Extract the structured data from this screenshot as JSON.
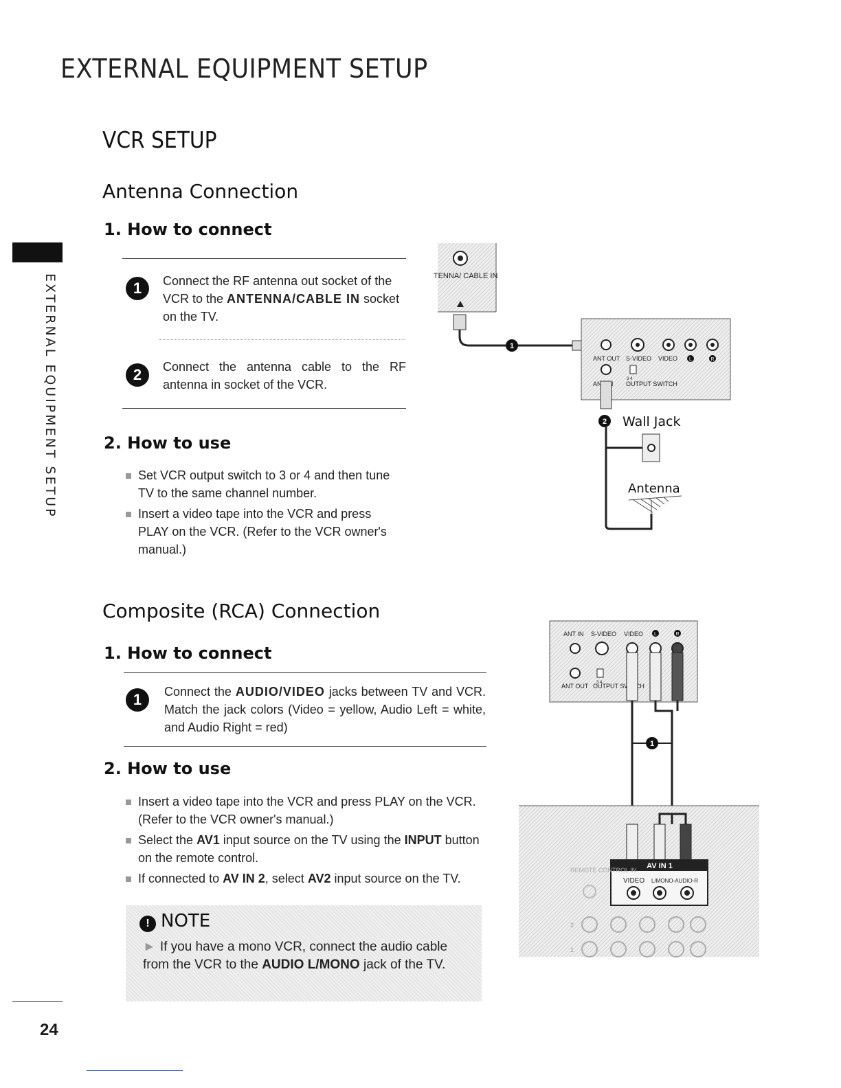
{
  "header": "EXTERNAL EQUIPMENT SETUP",
  "side_tab": "EXTERNAL EQUIPMENT SETUP",
  "vcr_setup": {
    "title": "VCR SETUP",
    "antenna": {
      "title": "Antenna Connection",
      "connect_title": "1. How to connect",
      "steps": [
        {
          "badge": "1",
          "prefix": "Connect the RF antenna out socket of the VCR to the ",
          "em": "ANTENNA/CABLE IN",
          "suffix": " socket on the TV."
        },
        {
          "badge": "2",
          "text": "Connect the antenna cable to the RF antenna in socket of the VCR."
        }
      ],
      "use_title": "2. How to use",
      "use_items": [
        "Set VCR output switch to 3 or 4 and then tune TV to the same channel number.",
        "Insert a video tape into the VCR and press PLAY on the VCR. (Refer to the VCR owner's manual.)"
      ],
      "diagram": {
        "tv_jack": "ANTENNA/ CABLE IN",
        "ant_out": "ANT OUT",
        "s_video": "S-VIDEO",
        "video": "VIDEO",
        "l": "L",
        "r": "R",
        "ant_in": "ANT IN",
        "output_switch": "OUTPUT SWITCH",
        "switch_nums": "3  4",
        "callout_1": "1",
        "callout_2": "2",
        "wall_jack": "Wall Jack",
        "antenna": "Antenna"
      }
    },
    "composite": {
      "title": "Composite (RCA) Connection",
      "connect_title": "1. How to connect",
      "step": {
        "badge": "1",
        "prefix": "Connect the ",
        "em": "AUDIO/VIDEO",
        "suffix": " jacks between TV and VCR. Match the jack colors (Video = yellow, Audio Left = white, and Audio Right = red)"
      },
      "use_title": "2. How to use",
      "use_items": [
        {
          "text": "Insert a video tape into the VCR and press PLAY on the VCR. (Refer to the VCR owner's manual.)"
        },
        {
          "prefix": "Select the ",
          "em1": "AV1",
          "mid": " input source on the TV using the ",
          "em2": "INPUT",
          "suffix": " button on the remote control."
        },
        {
          "prefix": "If connected to ",
          "em1": "AV IN 2",
          "mid": ", select ",
          "em2": "AV2",
          "suffix": " input source on the TV."
        }
      ],
      "note": {
        "title": "NOTE",
        "icon": "!",
        "prefix": "If you have a mono VCR, connect the audio cable from the VCR to the ",
        "em": "AUDIO L/MONO",
        "suffix": " jack of the TV."
      },
      "diagram": {
        "ant_in": "ANT IN",
        "s_video": "S-VIDEO",
        "video": "VIDEO",
        "l": "L",
        "r": "R",
        "ant_out": "ANT OUT",
        "output_switch": "OUTPUT SWITCH",
        "switch_nums": "3  4",
        "callout_1": "1",
        "av_in": "AV IN 1",
        "tv_video": "VIDEO",
        "tv_audio": "L/MONO-AUDIO-R",
        "remote": "REMOTE CONTROL IN",
        "n1": "1",
        "n2": "2"
      }
    }
  },
  "page_number": "24"
}
